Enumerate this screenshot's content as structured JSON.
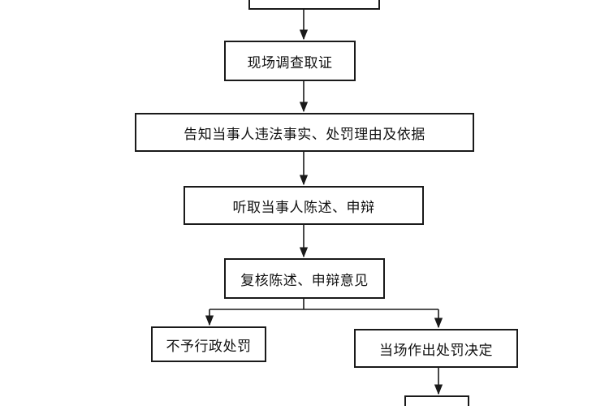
{
  "flowchart": {
    "nodes": [
      {
        "id": "top",
        "label": ""
      },
      {
        "id": "survey",
        "label": "现场调查取证"
      },
      {
        "id": "inform",
        "label": "告知当事人违法事实、处罚理由及依据"
      },
      {
        "id": "hear",
        "label": "听取当事人陈述、申辩"
      },
      {
        "id": "review",
        "label": "复核陈述、申辩意见"
      },
      {
        "id": "no_penalty",
        "label": "不予行政处罚"
      },
      {
        "id": "onsite_decision",
        "label": "当场作出处罚决定"
      },
      {
        "id": "bottom",
        "label": ""
      }
    ],
    "edges": [
      {
        "from": "top",
        "to": "survey"
      },
      {
        "from": "survey",
        "to": "inform"
      },
      {
        "from": "inform",
        "to": "hear"
      },
      {
        "from": "hear",
        "to": "review"
      },
      {
        "from": "review",
        "to": "no_penalty"
      },
      {
        "from": "review",
        "to": "onsite_decision"
      },
      {
        "from": "onsite_decision",
        "to": "bottom"
      }
    ],
    "colors": {
      "stroke": "#1a1a1a",
      "background": "#ffffff"
    }
  }
}
